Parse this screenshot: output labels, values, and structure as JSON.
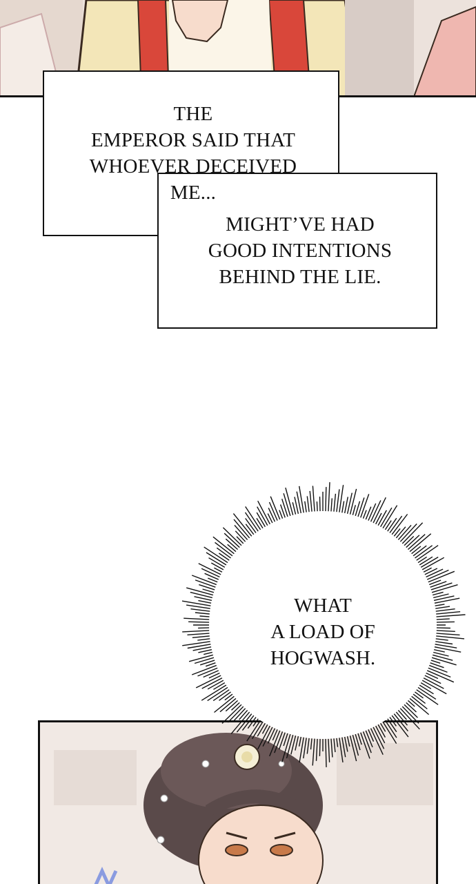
{
  "captions": {
    "box1_lines": [
      "THE",
      "EMPEROR SAID THAT",
      "WHOEVER DECEIVED",
      "ME..."
    ],
    "box2_lines": [
      "MIGHT’VE HAD",
      "GOOD INTENTIONS",
      "BEHIND THE LIE."
    ]
  },
  "thought_burst": {
    "lines": [
      "WHAT",
      "A LOAD OF",
      "HOGWASH."
    ]
  },
  "colors": {
    "panel_border": "#111111",
    "background": "#ffffff",
    "robe_yellow": "#f3e6b8",
    "robe_red": "#d9473a",
    "skin": "#f7dccc",
    "hair": "#5a4a4a"
  }
}
